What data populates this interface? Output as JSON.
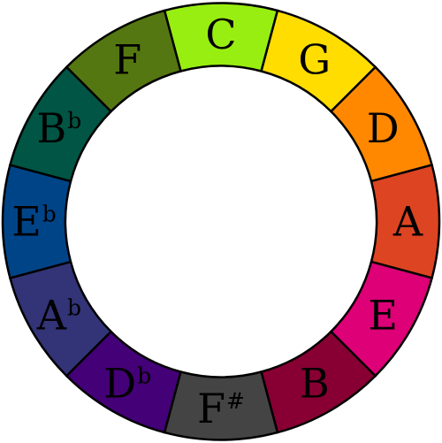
{
  "wheel": {
    "segments": [
      {
        "note": "C",
        "accidental": "",
        "color": "#99ee11"
      },
      {
        "note": "G",
        "accidental": "",
        "color": "#ffdd00"
      },
      {
        "note": "D",
        "accidental": "",
        "color": "#ff8800"
      },
      {
        "note": "A",
        "accidental": "",
        "color": "#dd4422"
      },
      {
        "note": "E",
        "accidental": "",
        "color": "#dd0077"
      },
      {
        "note": "B",
        "accidental": "",
        "color": "#880033"
      },
      {
        "note": "F",
        "accidental": "#",
        "color": "#444444"
      },
      {
        "note": "D",
        "accidental": "b",
        "color": "#440077"
      },
      {
        "note": "A",
        "accidental": "b",
        "color": "#333377"
      },
      {
        "note": "E",
        "accidental": "b",
        "color": "#004488"
      },
      {
        "note": "B",
        "accidental": "b",
        "color": "#005544"
      },
      {
        "note": "F",
        "accidental": "",
        "color": "#557711"
      }
    ]
  }
}
